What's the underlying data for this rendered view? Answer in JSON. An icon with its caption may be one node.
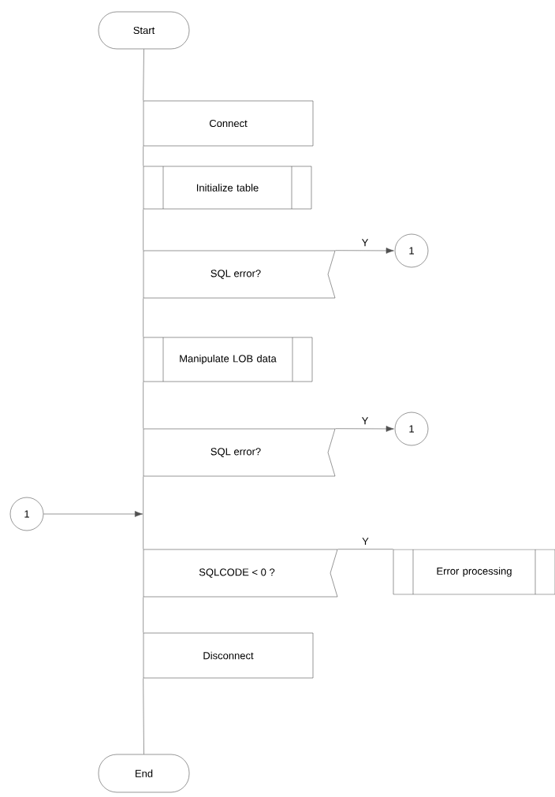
{
  "diagram": {
    "nodes": [
      {
        "text": [
          "Start"
        ]
      },
      {
        "text": [
          "Connect"
        ]
      },
      {
        "text": [
          "Initialize table"
        ]
      },
      {
        "text": [
          "SQL error?"
        ]
      },
      {
        "text": [
          "1"
        ]
      },
      {
        "text": [
          "Manipulate LOB data"
        ]
      },
      {
        "text": [
          "SQL error?"
        ]
      },
      {
        "text": [
          "1"
        ]
      },
      {
        "text": [
          "1"
        ]
      },
      {
        "text": [
          "SQLCODE < 0 ?"
        ]
      },
      {
        "text": [
          "Error processing"
        ]
      },
      {
        "text": [
          "Disconnect"
        ]
      },
      {
        "text": [
          "End"
        ]
      }
    ],
    "edges": [
      {
        "from": 0,
        "to": 1,
        "arrow": "none"
      },
      {
        "from": 1,
        "to": 2,
        "arrow": "none"
      },
      {
        "from": 2,
        "to": 3,
        "arrow": "none"
      },
      {
        "from": 3,
        "to": 4,
        "label": "Y",
        "arrow": "to"
      },
      {
        "from": 3,
        "to": 5,
        "arrow": "none"
      },
      {
        "from": 5,
        "to": 6,
        "arrow": "none"
      },
      {
        "from": 6,
        "to": 7,
        "label": "Y",
        "arrow": "to"
      },
      {
        "from": 8,
        "to": null,
        "arrow": "to"
      },
      {
        "from": 6,
        "to": 9,
        "arrow": "none"
      },
      {
        "from": 9,
        "to": 10,
        "label": "Y",
        "arrow": "none"
      },
      {
        "from": 9,
        "to": 11,
        "arrow": "none"
      },
      {
        "from": 11,
        "to": 12,
        "arrow": "none"
      }
    ]
  }
}
